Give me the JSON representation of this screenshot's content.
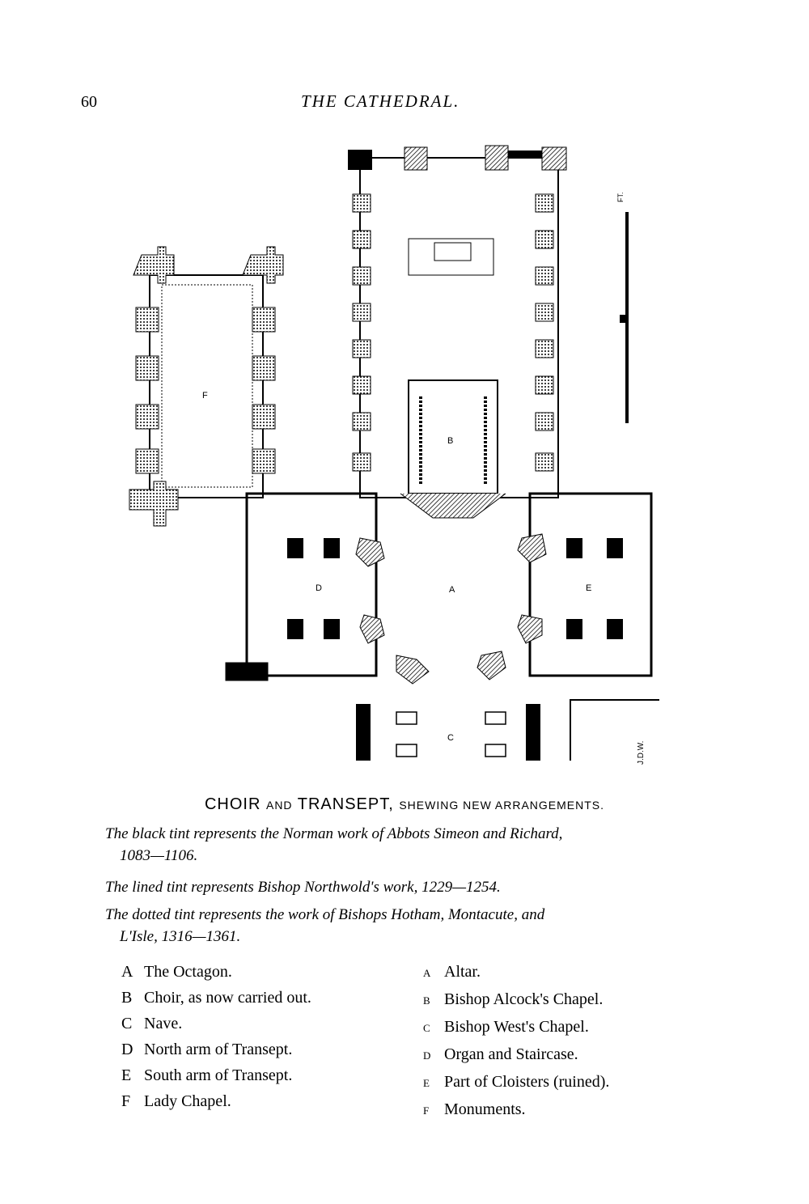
{
  "page_number": "60",
  "running_head": "THE CATHEDRAL.",
  "plan": {
    "labels": {
      "lady_chapel": "F",
      "octagon": "A",
      "choir": "B",
      "nave": "C",
      "north_transept": "D",
      "south_transept": "E"
    },
    "signature": "J.D.W.",
    "scale_label": "FT."
  },
  "caption": {
    "part1": "CHOIR",
    "part2": "AND",
    "part3": "TRANSEPT,",
    "part4": "SHEWING NEW ARRANGEMENTS."
  },
  "tints": [
    {
      "line1": "The black tint represents the Norman work of Abbots Simeon and Richard,",
      "line2": "1083—1106."
    },
    {
      "line1": "The lined tint represents Bishop Northwold's work, 1229—1254."
    },
    {
      "line1": "The dotted tint represents the work of Bishops Hotham, Montacute, and",
      "line2": "L'Isle, 1316—1361."
    }
  ],
  "key_capitals": [
    {
      "letter": "A",
      "text": "The Octagon."
    },
    {
      "letter": "B",
      "text": "Choir, as now carried out."
    },
    {
      "letter": "C",
      "text": "Nave."
    },
    {
      "letter": "D",
      "text": "North arm of Transept."
    },
    {
      "letter": "E",
      "text": "South arm of Transept."
    },
    {
      "letter": "F",
      "text": "Lady Chapel."
    }
  ],
  "key_small": [
    {
      "letter": "A",
      "text": "Altar."
    },
    {
      "letter": "B",
      "text": "Bishop Alcock's Chapel."
    },
    {
      "letter": "C",
      "text": "Bishop West's Chapel."
    },
    {
      "letter": "D",
      "text": "Organ and Staircase."
    },
    {
      "letter": "E",
      "text": "Part of Cloisters (ruined)."
    },
    {
      "letter": "F",
      "text": "Monuments."
    }
  ]
}
